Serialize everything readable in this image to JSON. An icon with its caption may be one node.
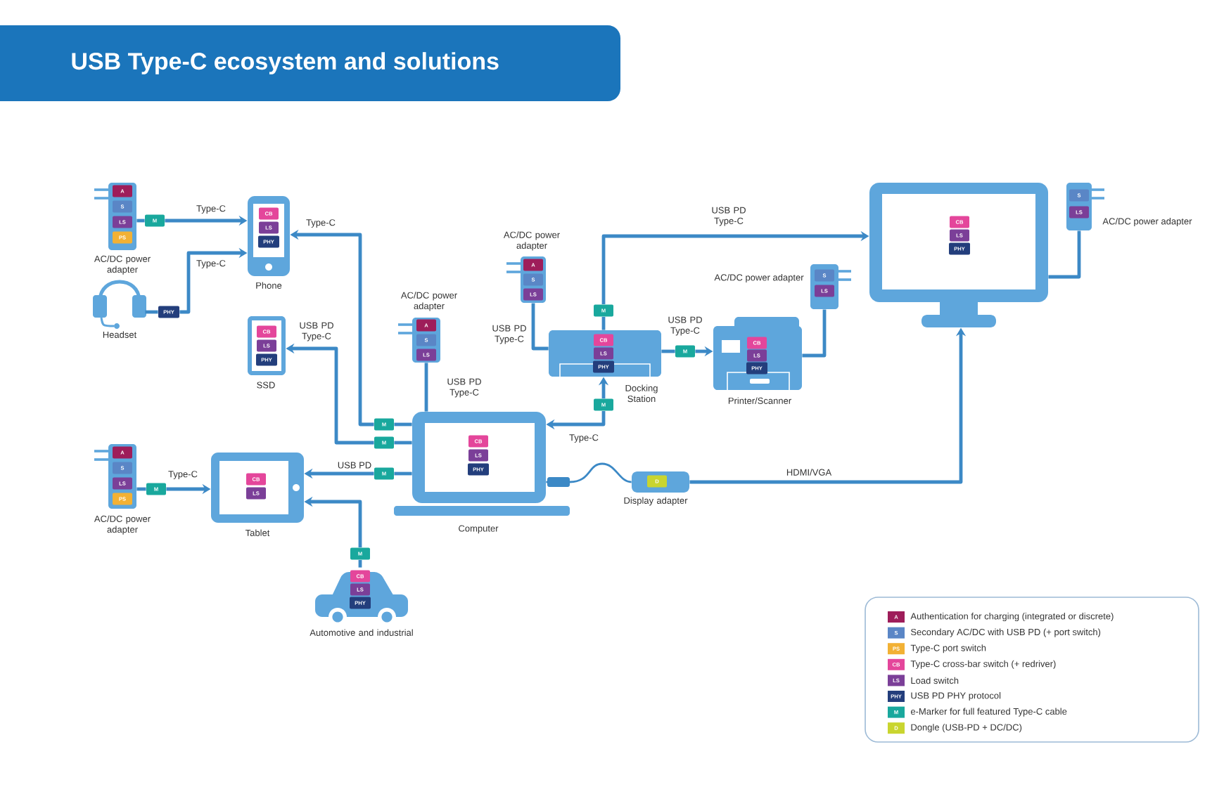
{
  "diagram": {
    "title": "USB Type-C ecosystem and solutions",
    "nodes": [
      {
        "text": [
          "AC/DC power adapter"
        ]
      },
      {
        "text": [
          "A"
        ],
        "in": 0
      },
      {
        "text": [
          "S"
        ],
        "in": 0
      },
      {
        "text": [
          "LS"
        ],
        "in": 0
      },
      {
        "text": [
          "PS"
        ],
        "in": 0
      },
      {
        "text": [
          "M"
        ]
      },
      {
        "text": [
          "Phone"
        ]
      },
      {
        "text": [
          "CB"
        ],
        "in": 6
      },
      {
        "text": [
          "LS"
        ],
        "in": 6
      },
      {
        "text": [
          "PHY"
        ],
        "in": 6
      },
      {
        "text": [
          "Headset"
        ]
      },
      {
        "text": [
          "PHY"
        ]
      },
      {
        "text": [
          "SSD"
        ]
      },
      {
        "text": [
          "CB"
        ],
        "in": 12
      },
      {
        "text": [
          "LS"
        ],
        "in": 12
      },
      {
        "text": [
          "PHY"
        ],
        "in": 12
      },
      {
        "text": [
          "AC/DC power adapter"
        ]
      },
      {
        "text": [
          "A"
        ],
        "in": 16
      },
      {
        "text": [
          "S"
        ],
        "in": 16
      },
      {
        "text": [
          "LS"
        ],
        "in": 16
      },
      {
        "text": [
          "Computer"
        ]
      },
      {
        "text": [
          "CB"
        ],
        "in": 20
      },
      {
        "text": [
          "LS"
        ],
        "in": 20
      },
      {
        "text": [
          "PHY"
        ],
        "in": 20
      },
      {
        "text": [
          "M"
        ]
      },
      {
        "text": [
          "M"
        ]
      },
      {
        "text": [
          "M"
        ]
      },
      {
        "text": [
          "AC/DC power adapter"
        ]
      },
      {
        "text": [
          "A"
        ],
        "in": 27
      },
      {
        "text": [
          "S"
        ],
        "in": 27
      },
      {
        "text": [
          "LS"
        ],
        "in": 27
      },
      {
        "text": [
          "PS"
        ],
        "in": 27
      },
      {
        "text": [
          "M"
        ]
      },
      {
        "text": [
          "Tablet"
        ]
      },
      {
        "text": [
          "CB"
        ],
        "in": 33
      },
      {
        "text": [
          "LS"
        ],
        "in": 33
      },
      {
        "text": [
          "Automotive and industrial"
        ]
      },
      {
        "text": [
          "M"
        ]
      },
      {
        "text": [
          "CB"
        ],
        "in": 36
      },
      {
        "text": [
          "LS"
        ],
        "in": 36
      },
      {
        "text": [
          "PHY"
        ],
        "in": 36
      },
      {
        "text": [
          "AC/DC power adapter"
        ]
      },
      {
        "text": [
          "A"
        ],
        "in": 41
      },
      {
        "text": [
          "S"
        ],
        "in": 41
      },
      {
        "text": [
          "LS"
        ],
        "in": 41
      },
      {
        "text": [
          "M"
        ]
      },
      {
        "text": [
          "Docking Station"
        ]
      },
      {
        "text": [
          "CB"
        ],
        "in": 46
      },
      {
        "text": [
          "LS"
        ],
        "in": 46
      },
      {
        "text": [
          "PHY"
        ],
        "in": 46
      },
      {
        "text": [
          "M"
        ]
      },
      {
        "text": [
          "M"
        ]
      },
      {
        "text": [
          "Printer/Scanner"
        ]
      },
      {
        "text": [
          "CB"
        ],
        "in": 52
      },
      {
        "text": [
          "LS"
        ],
        "in": 52
      },
      {
        "text": [
          "PHY"
        ],
        "in": 52
      },
      {
        "text": [
          "AC/DC power adapter"
        ]
      },
      {
        "text": [
          "S"
        ],
        "in": 56
      },
      {
        "text": [
          "LS"
        ],
        "in": 56
      },
      {
        "text": [],
        "shape": "monitor"
      },
      {
        "text": [
          "CB"
        ],
        "in": 59
      },
      {
        "text": [
          "LS"
        ],
        "in": 59
      },
      {
        "text": [
          "PHY"
        ],
        "in": 59
      },
      {
        "text": [
          "AC/DC power adapter"
        ]
      },
      {
        "text": [
          "S"
        ],
        "in": 63
      },
      {
        "text": [
          "LS"
        ],
        "in": 63
      },
      {
        "text": [
          "Display adapter"
        ]
      },
      {
        "text": [
          "D"
        ],
        "in": 66
      }
    ],
    "edges": [
      {
        "from": 0,
        "to": 5,
        "arrow": "none"
      },
      {
        "from": 5,
        "to": 6,
        "arrow": "to",
        "label": "Type-C"
      },
      {
        "from": 10,
        "to": 11,
        "arrow": "none"
      },
      {
        "from": 11,
        "to": 6,
        "arrow": "to",
        "label": "Type-C"
      },
      {
        "from": 24,
        "to": 6,
        "arrow": "to",
        "label": "Type-C"
      },
      {
        "from": 20,
        "to": 24,
        "arrow": "none"
      },
      {
        "from": 25,
        "to": 12,
        "arrow": "to",
        "label": "USB PD Type-C"
      },
      {
        "from": 20,
        "to": 25,
        "arrow": "none"
      },
      {
        "from": 26,
        "to": 33,
        "arrow": "to",
        "label": "USB PD"
      },
      {
        "from": 20,
        "to": 26,
        "arrow": "none"
      },
      {
        "from": 16,
        "to": 20,
        "arrow": "none",
        "label": "USB PD Type-C"
      },
      {
        "from": 27,
        "to": 32,
        "arrow": "none"
      },
      {
        "from": 32,
        "to": 33,
        "arrow": "to",
        "label": "Type-C"
      },
      {
        "from": 36,
        "to": 37,
        "arrow": "none"
      },
      {
        "from": 37,
        "to": 33,
        "arrow": "to"
      },
      {
        "from": 41,
        "to": 46,
        "arrow": "none",
        "label": "USB PD Type-C"
      },
      {
        "from": 46,
        "to": 45,
        "arrow": "none"
      },
      {
        "from": 45,
        "to": 59,
        "arrow": "to",
        "label": "USB PD Type-C"
      },
      {
        "from": 46,
        "to": 51,
        "arrow": "none"
      },
      {
        "from": 51,
        "to": 52,
        "arrow": "to",
        "label": "USB PD Type-C"
      },
      {
        "from": 56,
        "to": 52,
        "arrow": "none"
      },
      {
        "from": 50,
        "to": 46,
        "arrow": "to"
      },
      {
        "from": 50,
        "to": 20,
        "arrow": "to",
        "label": "Type-C"
      },
      {
        "from": 63,
        "to": 59,
        "arrow": "none"
      },
      {
        "from": 20,
        "to": 66,
        "arrow": "other"
      },
      {
        "from": 66,
        "to": 59,
        "arrow": "to",
        "label": "HDMI/VGA"
      }
    ],
    "labels": [
      "A",
      "S",
      "PS",
      "CB",
      "LS",
      "PHY",
      "M",
      "D"
    ],
    "legend": [
      {
        "text": "Authentication for charging (integrated or discrete)",
        "color": "#9e1d5a"
      },
      {
        "text": "Secondary AC/DC with USB PD (+ port switch)",
        "color": "#5a86c6"
      },
      {
        "text": "Type-C port switch",
        "color": "#f2b134"
      },
      {
        "text": "Type-C cross-bar switch (+ redriver)",
        "color": "#e4469b"
      },
      {
        "text": "Load switch",
        "color": "#7b3f98"
      },
      {
        "text": "USB PD PHY protocol",
        "color": "#233e7c"
      },
      {
        "text": "e-Marker for full featured Type-C cable",
        "color": "#19a89d"
      },
      {
        "text": "Dongle (USB-PD + DC/DC)",
        "color": "#c9d52f"
      }
    ]
  }
}
